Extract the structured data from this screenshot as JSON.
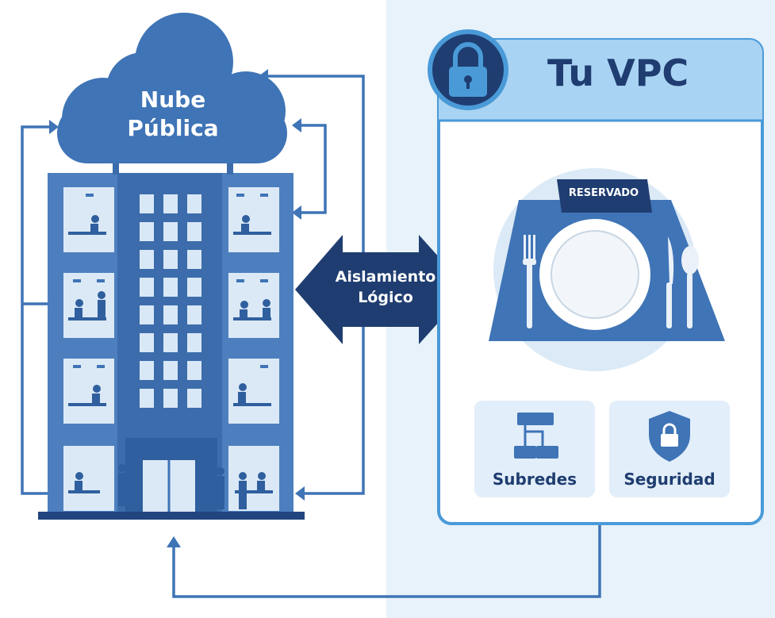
{
  "cloud": {
    "title_line1": "Nube",
    "title_line2": "Pública"
  },
  "isolation_arrow": {
    "line1": "Aislamiento",
    "line2": "Lógico"
  },
  "vpc_panel": {
    "title": "Tu VPC",
    "lock_icon": "padlock-icon",
    "reserved_tag": "RESERVADO",
    "features": [
      {
        "label": "Subredes",
        "icon": "network-hierarchy-icon"
      },
      {
        "label": "Seguridad",
        "icon": "shield-lock-icon"
      }
    ]
  },
  "colors": {
    "primary_blue": "#3f74b6",
    "dark_navy": "#1f3d70",
    "light_panel_bg": "#e8f2fa",
    "accent_blue": "#4a9ad8"
  }
}
